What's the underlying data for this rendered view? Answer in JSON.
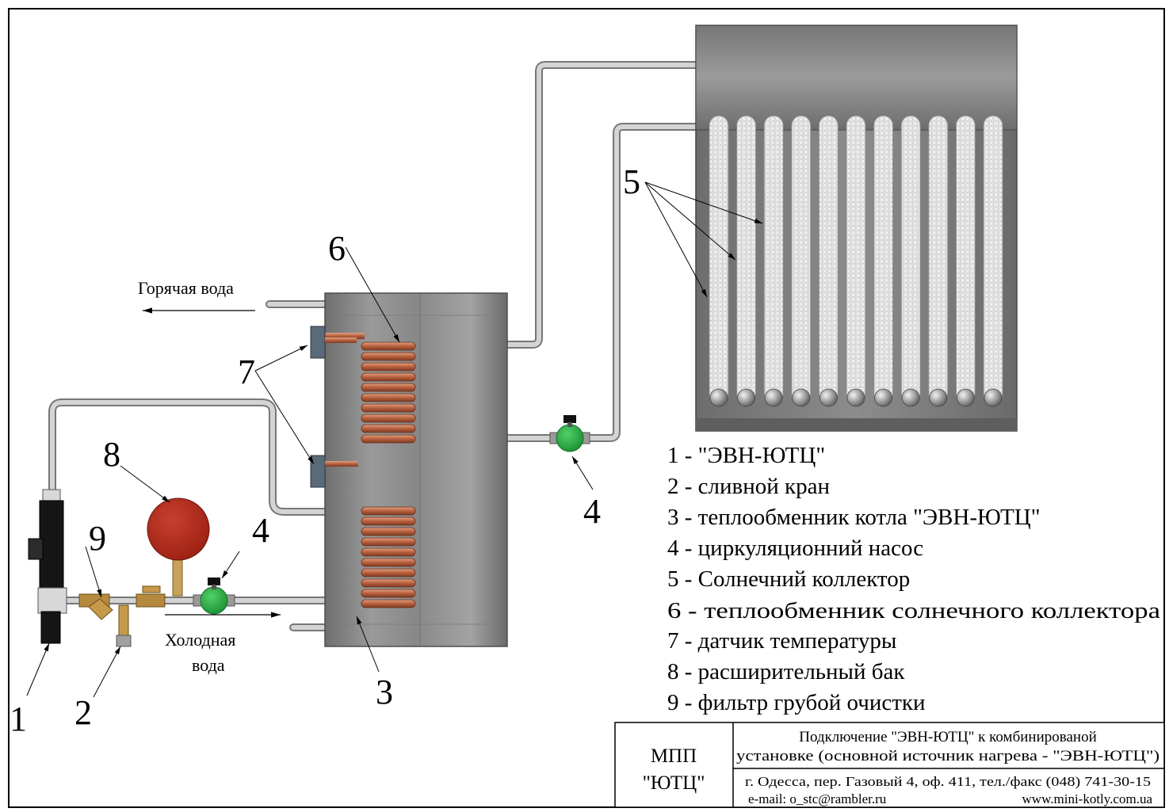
{
  "labels": {
    "hot_water": "Горячая вода",
    "cold_water_1": "Холодная",
    "cold_water_2": "вода"
  },
  "callouts": [
    "1",
    "2",
    "3",
    "4",
    "4",
    "5",
    "6",
    "7",
    "8",
    "9"
  ],
  "legend": [
    "1 - \"ЭВН-ЮТЦ\"",
    "2 - сливной кран",
    "3 - теплообменник котла \"ЭВН-ЮТЦ\"",
    "4 - циркуляционний насос",
    "5 - Солнечний коллектор",
    "6 - теплообменник солнечного коллектора",
    "7 - датчик температуры",
    "8 - расширительный бак",
    "9 - фильтр грубой очистки"
  ],
  "title_block": {
    "org_line1": "МПП",
    "org_line2": "\"ЮТЦ\"",
    "title_line1": "Подключение \"ЭВН-ЮТЦ\" к комбинированой",
    "title_line2": "установке (основной источник нагрева - \"ЭВН-ЮТЦ\")",
    "address": "г. Одесса, пер. Газовый 4, оф. 411, тел./факс (048) 741-30-15",
    "email": "e-mail: o_stc@rambler.ru",
    "website": "www.mini-kotly.com.ua"
  },
  "colors": {
    "tank": "#8a8a8a",
    "pipe": "#bdbdbd",
    "copper": "#c0694a",
    "pump": "#2fb24a",
    "expansion_tank": "#b52a1e",
    "sensor": "#5a6a78"
  }
}
